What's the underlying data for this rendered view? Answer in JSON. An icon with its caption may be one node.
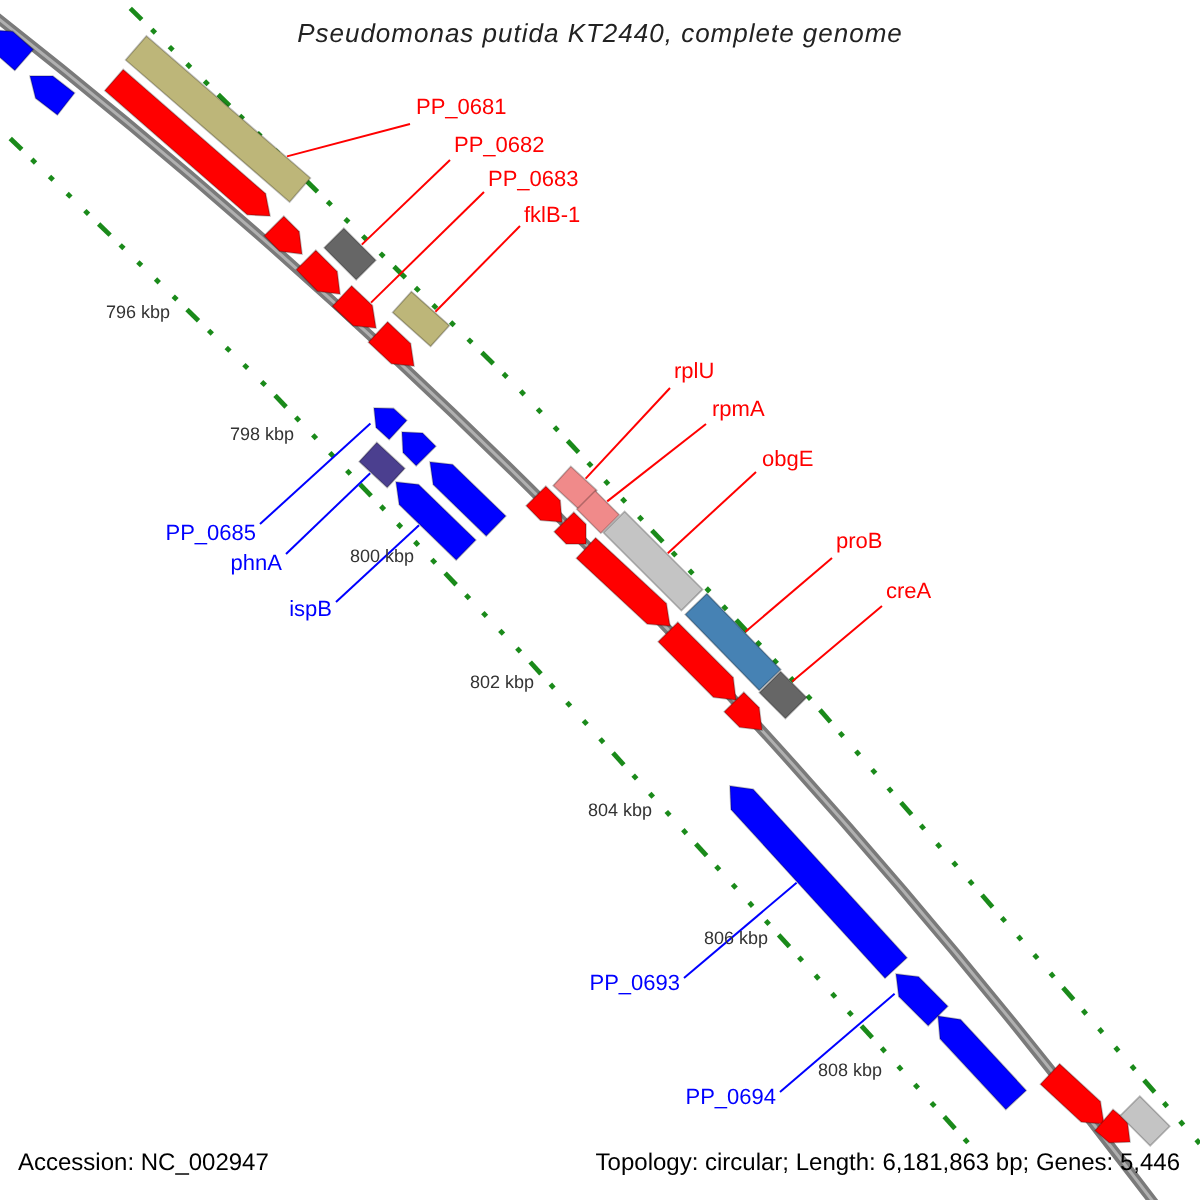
{
  "diagram": {
    "title": "Pseudomonas putida KT2440, complete genome",
    "nodes": [
      {
        "text": [
          "PP_0681"
        ]
      },
      {
        "text": [],
        "shape": "bar"
      },
      {
        "text": [
          "PP_0682"
        ]
      },
      {
        "text": [],
        "shape": "bar"
      },
      {
        "text": [
          "PP_0683"
        ]
      },
      {
        "text": [],
        "shape": "arrow"
      },
      {
        "text": [
          "fklB-1"
        ]
      },
      {
        "text": [],
        "shape": "bar"
      },
      {
        "text": [
          "rplU"
        ]
      },
      {
        "text": [],
        "shape": "bar"
      },
      {
        "text": [
          "rpmA"
        ]
      },
      {
        "text": [],
        "shape": "bar"
      },
      {
        "text": [
          "obgE"
        ]
      },
      {
        "text": [],
        "shape": "bar"
      },
      {
        "text": [
          "proB"
        ]
      },
      {
        "text": [],
        "shape": "bar"
      },
      {
        "text": [
          "creA"
        ]
      },
      {
        "text": [],
        "shape": "bar"
      },
      {
        "text": [
          "PP_0685"
        ]
      },
      {
        "text": [],
        "shape": "arrow"
      },
      {
        "text": [
          "phnA"
        ]
      },
      {
        "text": [],
        "shape": "bar"
      },
      {
        "text": [
          "ispB"
        ]
      },
      {
        "text": [],
        "shape": "arrow"
      },
      {
        "text": [
          "PP_0693"
        ]
      },
      {
        "text": [],
        "shape": "arrow"
      },
      {
        "text": [
          "PP_0694"
        ]
      },
      {
        "text": [],
        "shape": "arrow"
      },
      {
        "text": [],
        "shape": "arrow"
      },
      {
        "text": [],
        "shape": "arrow"
      },
      {
        "text": [],
        "shape": "arrow"
      },
      {
        "text": [],
        "shape": "arrow"
      },
      {
        "text": [],
        "shape": "arrow"
      },
      {
        "text": [],
        "shape": "arrow"
      },
      {
        "text": [],
        "shape": "arrow"
      },
      {
        "text": [],
        "shape": "arrow"
      },
      {
        "text": [],
        "shape": "arrow"
      },
      {
        "text": [],
        "shape": "arrow"
      },
      {
        "text": [],
        "shape": "arrow"
      },
      {
        "text": [],
        "shape": "bar"
      },
      {
        "text": [],
        "shape": "arrow"
      },
      {
        "text": [],
        "shape": "arrow"
      },
      {
        "text": [],
        "shape": "arrow"
      },
      {
        "text": [],
        "shape": "arrow"
      },
      {
        "text": [],
        "shape": "arrow"
      }
    ],
    "edges": [
      {
        "from": 0,
        "to": 1,
        "arrow": "none"
      },
      {
        "from": 2,
        "to": 3,
        "arrow": "none"
      },
      {
        "from": 4,
        "to": 5,
        "arrow": "none"
      },
      {
        "from": 6,
        "to": 7,
        "arrow": "none"
      },
      {
        "from": 8,
        "to": 9,
        "arrow": "none"
      },
      {
        "from": 10,
        "to": 11,
        "arrow": "none"
      },
      {
        "from": 12,
        "to": 13,
        "arrow": "none"
      },
      {
        "from": 14,
        "to": 15,
        "arrow": "none"
      },
      {
        "from": 16,
        "to": 17,
        "arrow": "none"
      },
      {
        "from": 18,
        "to": 19,
        "arrow": "none",
        "color": "#0000ff"
      },
      {
        "from": 20,
        "to": 21,
        "arrow": "none",
        "color": "#0000ff"
      },
      {
        "from": 22,
        "to": 23,
        "arrow": "none",
        "color": "#0000ff"
      },
      {
        "from": 24,
        "to": 25,
        "arrow": "none",
        "color": "#0000ff"
      },
      {
        "from": 26,
        "to": 27,
        "arrow": "none",
        "color": "#0000ff"
      }
    ],
    "labels": [
      "796 kbp",
      "798 kbp",
      "800 kbp",
      "802 kbp",
      "804 kbp",
      "806 kbp",
      "808 kbp",
      "Accession: NC_002947",
      "Topology: circular; Length: 6,181,863 bp; Genes: 5,446"
    ]
  }
}
